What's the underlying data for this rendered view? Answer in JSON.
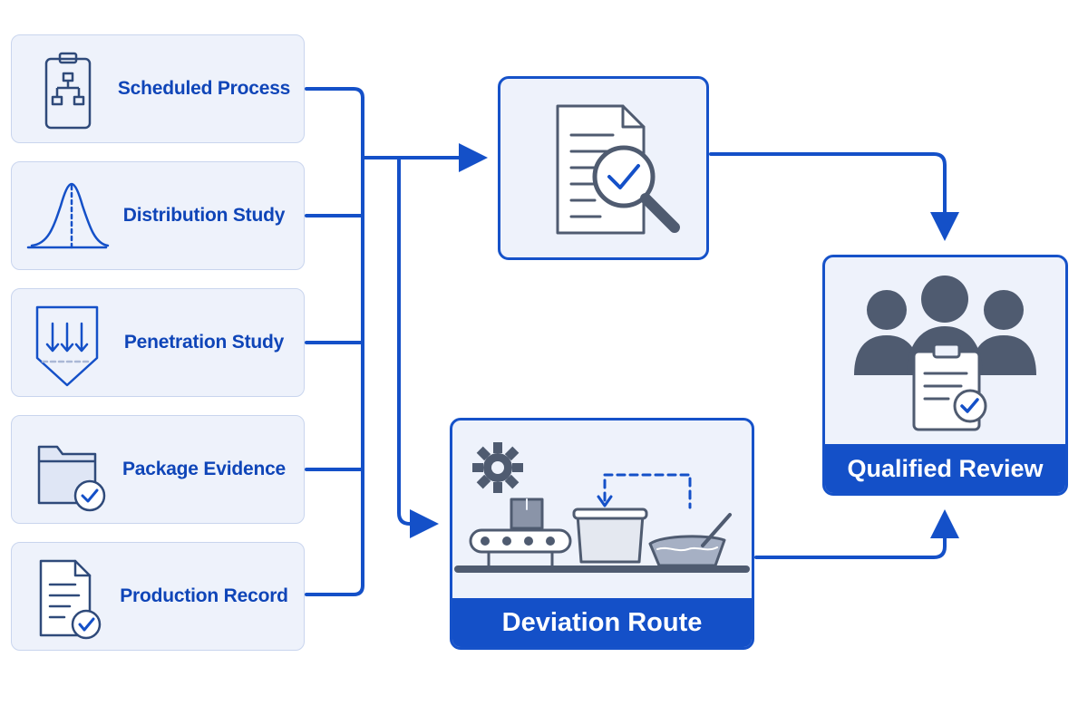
{
  "inputs": [
    {
      "label": "Scheduled Process",
      "icon": "clipboard-flowchart-icon"
    },
    {
      "label": "Distribution Study",
      "icon": "bell-curve-icon"
    },
    {
      "label": "Penetration Study",
      "icon": "penetration-arrows-icon"
    },
    {
      "label": "Package Evidence",
      "icon": "folder-check-icon"
    },
    {
      "label": "Production Record",
      "icon": "document-check-icon"
    }
  ],
  "review_node": {
    "icon": "document-magnifier-check-icon"
  },
  "deviation_node": {
    "label": "Deviation Route",
    "icon": "conveyor-rework-icon"
  },
  "qualified_node": {
    "label": "Qualified Review",
    "icon": "team-clipboard-check-icon"
  },
  "colors": {
    "accent": "#1450c8",
    "card_fill": "#eef2fb",
    "card_border": "#c9d5ee",
    "icon_gray": "#4f5b70",
    "label_blue": "#0f45b8"
  }
}
